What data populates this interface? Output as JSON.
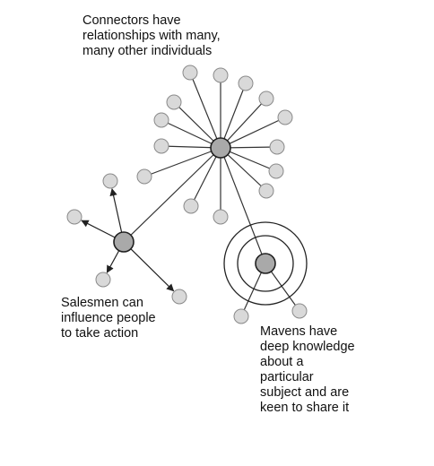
{
  "captions": {
    "connectors": "Connectors have\nrelationships with many,\nmany other individuals",
    "salesmen": "Salesmen can\ninfluence people\nto take action",
    "mavens": "Mavens have\ndeep knowledge\nabout a\nparticular\nsubject and are\nkeen to share it"
  },
  "colors": {
    "hub_fill": "#a9a9a9",
    "node_fill": "#d9d9d9",
    "stroke": "#333333",
    "text": "#111111"
  }
}
